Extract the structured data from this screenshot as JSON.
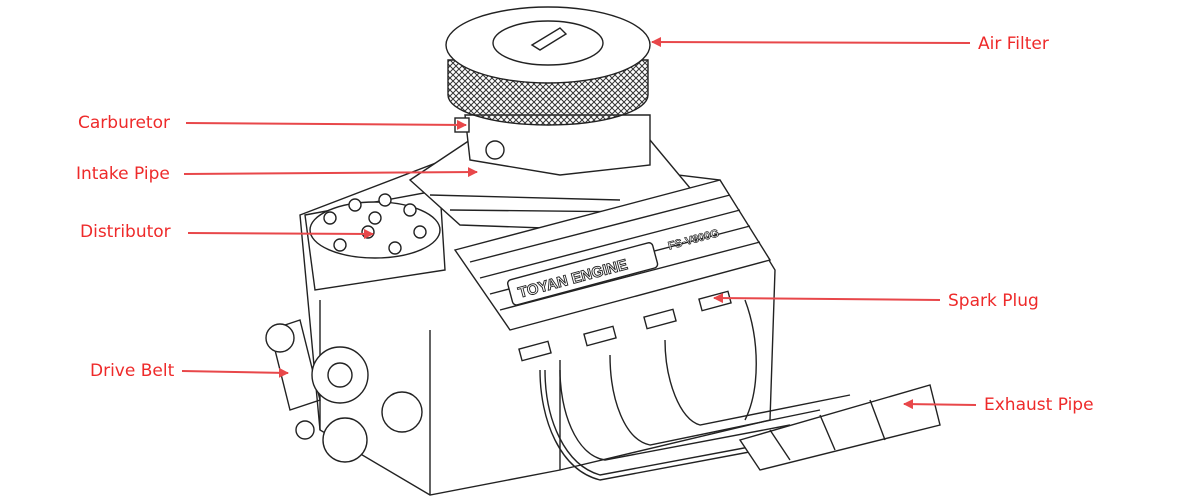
{
  "labels": {
    "air_filter": "Air Filter",
    "carburetor": "Carburetor",
    "intake_pipe": "Intake Pipe",
    "distributor": "Distributor",
    "spark_plug": "Spark Plug",
    "drive_belt": "Drive Belt",
    "exhaust_pipe": "Exhaust Pipe"
  },
  "engine_markings": {
    "brand": "TOYAN ENGINE",
    "model": "FS-V800G"
  },
  "colors": {
    "label": "#ee2a2a",
    "arrow": "#e8474a",
    "line": "#222222"
  }
}
